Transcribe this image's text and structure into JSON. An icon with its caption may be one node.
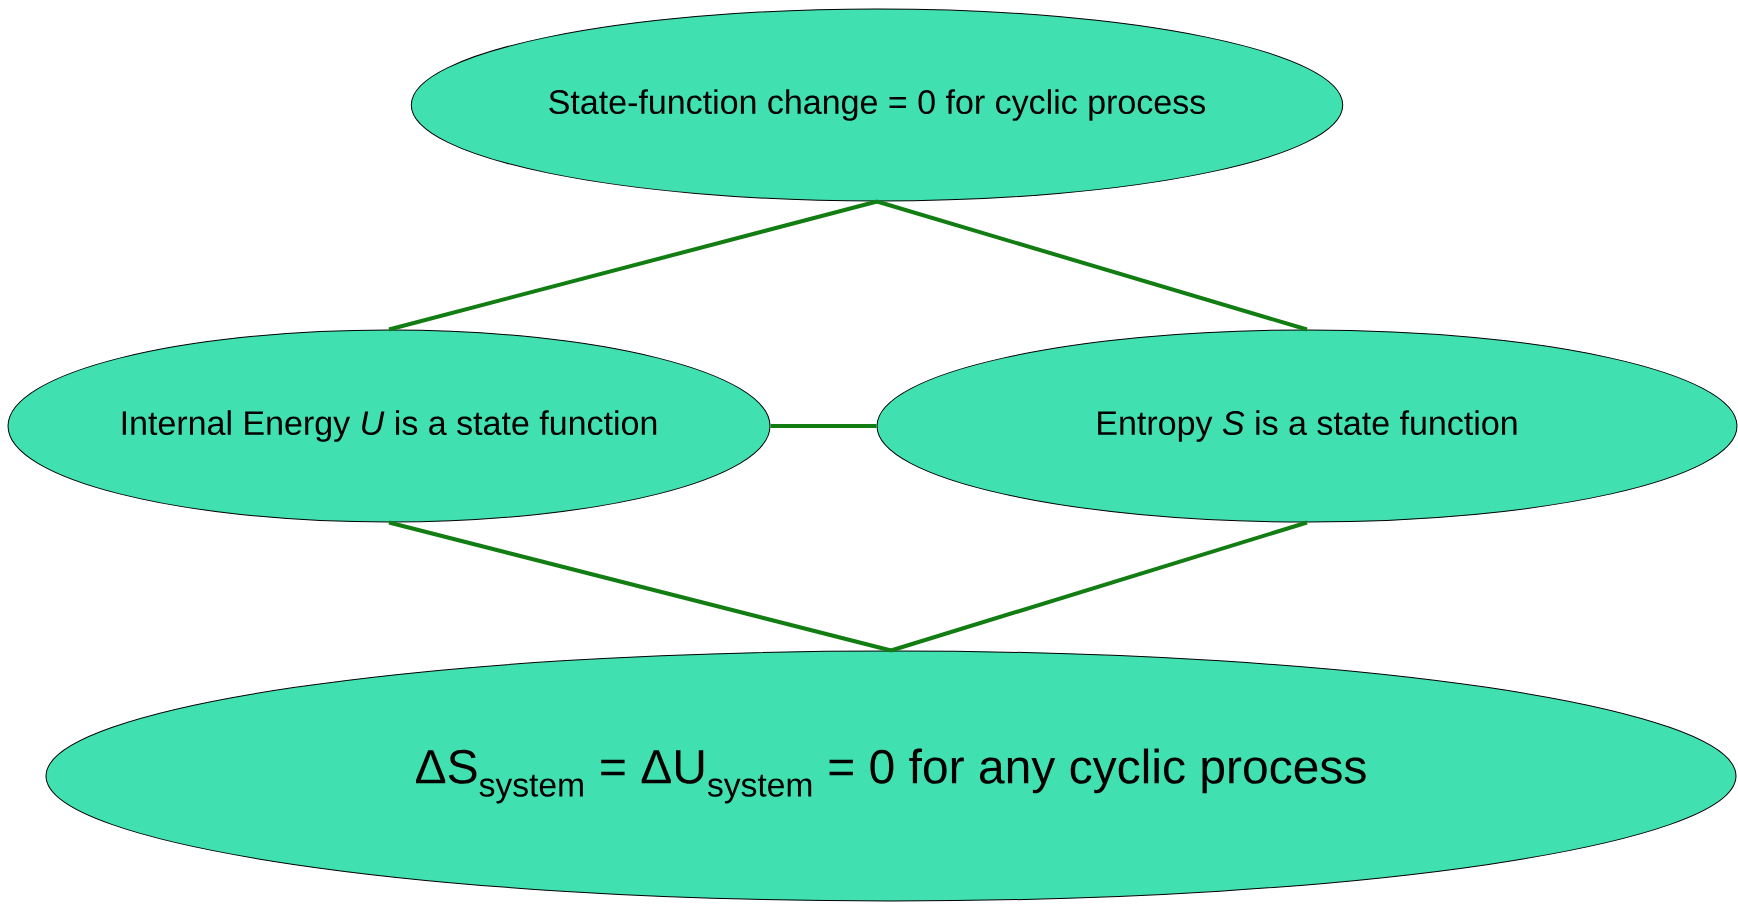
{
  "diagram": {
    "nodes": [
      {
        "text": [
          "State-function change = 0 for cyclic process"
        ]
      },
      {
        "text": [
          "Internal Energy *U* is a state function"
        ]
      },
      {
        "text": [
          "Entropy *S* is a state function"
        ]
      },
      {
        "text": [
          "ΔS$_{system}$ = ΔU$_{system}$ = 0 for any cyclic process"
        ]
      }
    ],
    "edges": [
      {
        "from": 0,
        "to": 1,
        "arrow": "none"
      },
      {
        "from": 0,
        "to": 2,
        "arrow": "none"
      },
      {
        "from": 1,
        "to": 2,
        "arrow": "none"
      },
      {
        "from": 1,
        "to": 3,
        "arrow": "none"
      },
      {
        "from": 2,
        "to": 3,
        "arrow": "none"
      }
    ]
  }
}
